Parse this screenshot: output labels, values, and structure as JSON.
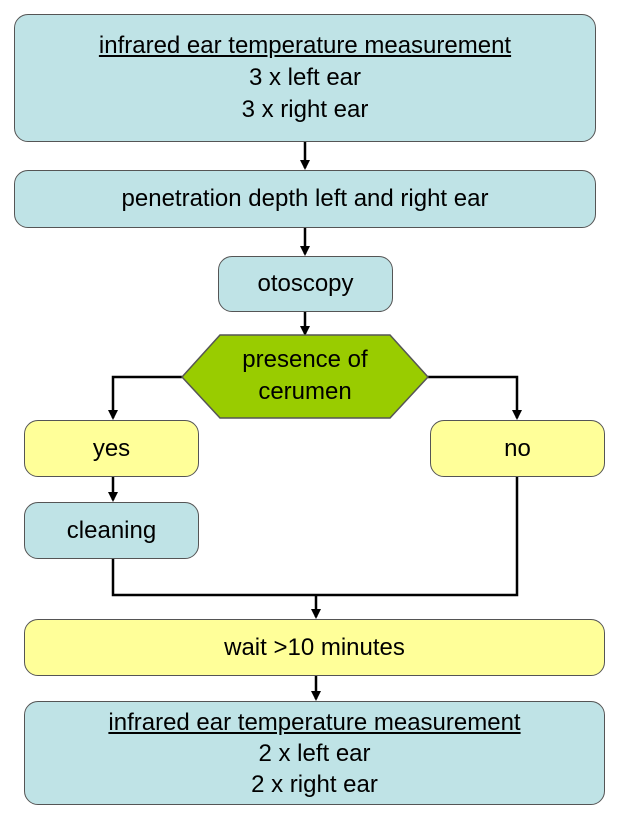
{
  "colors": {
    "teal": "#bfe3e6",
    "yellow": "#ffff99",
    "green": "#99cc00"
  },
  "steps": {
    "first_measurement": {
      "title": "infrared ear temperature measurement",
      "line1": "3 x left ear",
      "line2": "3 x right ear"
    },
    "penetration": "penetration depth left and right ear",
    "otoscopy": "otoscopy",
    "decision": {
      "line1": "presence of",
      "line2": "cerumen"
    },
    "yes": "yes",
    "no": "no",
    "cleaning": "cleaning",
    "wait": "wait >10 minutes",
    "second_measurement": {
      "title": "infrared ear temperature measurement",
      "line1": "2 x left ear",
      "line2": "2 x right ear"
    }
  }
}
